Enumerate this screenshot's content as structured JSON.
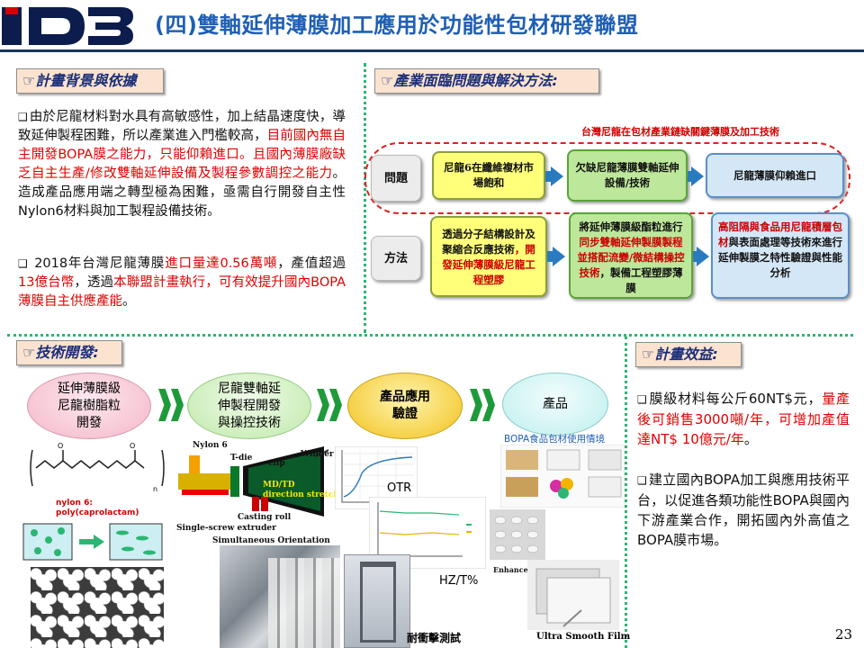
{
  "header": {
    "logo_text": "iD3",
    "title": "(四)雙軸延伸薄膜加工應用於功能性包材研發聯盟"
  },
  "tags": {
    "background": "☞計畫背景與依據",
    "industry": "☞產業面臨問題與解決方法:",
    "tech": "☞技術開發:",
    "benefit": "☞計畫效益:"
  },
  "background": {
    "p1_a": "由於尼龍材料對水具有高敏感性，加上結晶速度快，導致延伸製程困難，所以產業進入門檻較高，",
    "p1_b": "目前國內無自主開發BOPA膜之能力，只能仰賴進口。且國內薄膜廠缺乏自主生產/修改雙軸延伸設備及製程參數調控之能力",
    "p1_c": "。造成產品應用端之轉型極為困難，亟需自行開發自主性Nylon6材料與加工製程設備技術。",
    "p2_a": "2018年台灣尼龍薄膜",
    "p2_b": "進口量達0.56萬噸",
    "p2_c": "，產值超過",
    "p2_d": "13億台幣",
    "p2_e": "，透過",
    "p2_f": "本聯盟計畫執行，可有效提升國內BOPA薄膜自主供應產能",
    "p2_g": "。"
  },
  "diagram": {
    "caption": "台灣尼龍在包材產業鏈缺關鍵薄膜及加工技術",
    "row1_label": "問題",
    "row2_label": "方法",
    "p1": "尼龍6在纖維複材市場飽和",
    "p2": "欠缺尼龍薄膜雙軸延伸設備/技術",
    "p3": "尼龍薄膜仰賴進口",
    "m1_a": "透過分子結構設計及聚縮合反應技術",
    "m1_b": "，開發延伸薄膜級尼龍工程塑膠",
    "m2_a": "將延伸薄膜級酯粒進行",
    "m2_b": "同步雙軸延伸製膜製程並搭配流變/微結構操控技術",
    "m2_c": "，製備工程塑膠薄膜",
    "m3_a": "高阻隔與食品用尼龍積層包材",
    "m3_b": "與表面處理等技術來進行延伸製膜之特性驗證與性能分析"
  },
  "process": {
    "s1": "延伸薄膜級\n尼龍樹脂粒\n開發",
    "s2": "尼龍雙軸延\n伸製程開發\n與操控技術",
    "s3": "產品應用\n驗證",
    "s4": "產品",
    "bopa_label": "BOPA食品包材使用情境",
    "otr": "OTR",
    "hz": "HZ/T%",
    "impact": "耐衝擊測試",
    "ultra_smooth": "Ultra Smooth Film",
    "nylon6": "Nylon 6",
    "nylon6_formula": "nylon 6:\npoly(caprolactam)",
    "t_die": "T-die",
    "clip": "clip",
    "winder": "Winder",
    "mdtd": "MD/TD\ndirection stretcher",
    "casting": "Casting roll",
    "extruder": "Single-screw extruder",
    "simultaneous": "Simultaneous Orientation",
    "enhanced": "Enhanced Value Film"
  },
  "benefit": {
    "p1_a": "膜級材料每公斤60NT$元",
    "p1_b": "，",
    "p1_c": "量產後可銷售3000噸/年",
    "p1_d": "，可增加產值達NT$ 10億元/年",
    "p1_e": "。",
    "p2": "建立國內BOPA加工與應用技術平台，以促進各類功能性BOPA與國內下游產業合作，開拓國內外高值之BOPA膜市場。"
  },
  "page_number": "23",
  "colors": {
    "title_blue": "#1f5fb4",
    "accent_red": "#e10000",
    "divider_green": "#2bb673",
    "tag_bg": "#fbe3cf"
  }
}
